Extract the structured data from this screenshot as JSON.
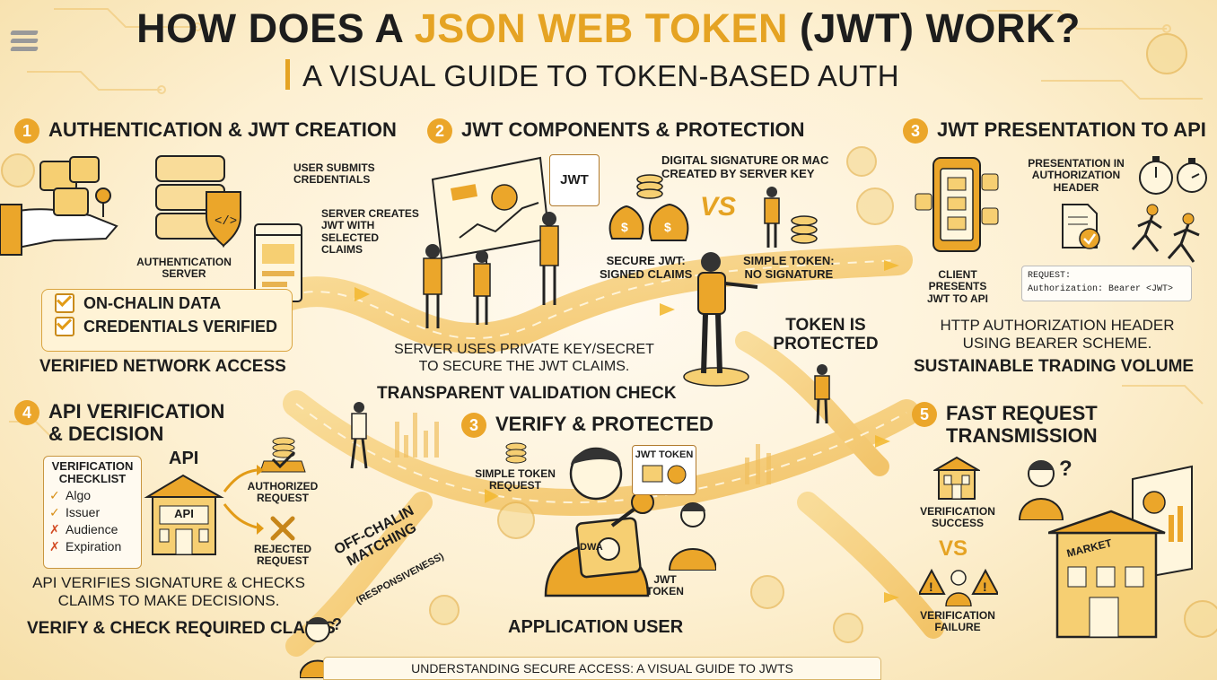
{
  "header": {
    "title_pre": "HOW DOES A ",
    "title_hl": "JSON WEB TOKEN",
    "title_post": " (JWT) WORK?",
    "subtitle": "A VISUAL GUIDE TO TOKEN-BASED AUTH"
  },
  "s1": {
    "num": "1",
    "title": "AUTHENTICATION & JWT CREATION",
    "user_submits": "USER SUBMITS\nCREDENTIALS",
    "auth_server": "AUTHENTICATION\nSERVER",
    "check1": "ON-CHALIN DATA",
    "check2": "CREDENTIALS VERIFIED",
    "caption": "VERIFIED NETWORK ACCESS"
  },
  "s2": {
    "num": "2",
    "title": "JWT COMPONENTS & PROTECTION",
    "server_creates": "SERVER CREATES\nJWT WITH\nSELECTED\nCLAIMS",
    "jwt_card": "JWT",
    "digital_sig": "DIGITAL SIGNATURE OR MAC\nCREATED BY SERVER KEY",
    "vs": "VS",
    "secure_jwt": "SECURE JWT:\nSIGNED CLAIMS",
    "simple_token": "SIMPLE TOKEN:\nNO SIGNATURE",
    "token_protected": "TOKEN IS\nPROTECTED",
    "note": "SERVER USES PRIVATE KEY/SECRET\nTO SECURE THE JWT CLAIMS.",
    "caption": "TRANSPARENT VALIDATION CHECK"
  },
  "s3": {
    "num": "3",
    "title": "JWT PRESENTATION TO API",
    "presentation": "PRESENTATION IN\nAUTHORIZATION\nHEADER",
    "client_presents": "CLIENT\nPRESENTS\nJWT TO API",
    "request_label": "REQUEST:",
    "request_value": "Authorization: Bearer <JWT>",
    "note": "HTTP AUTHORIZATION HEADER\nUSING BEARER SCHEME.",
    "caption": "SUSTAINABLE TRADING VOLUME"
  },
  "s4": {
    "num": "4",
    "title": "API VERIFICATION\n& DECISION",
    "checklist_title": "VERIFICATION\nCHECKLIST",
    "checklist": [
      {
        "label": "Algo",
        "ok": true
      },
      {
        "label": "Issuer",
        "ok": true
      },
      {
        "label": "Audience",
        "ok": false
      },
      {
        "label": "Expiration",
        "ok": false
      }
    ],
    "api": "API",
    "api_box": "API",
    "authorized": "AUTHORIZED\nREQUEST",
    "rejected": "REJECTED\nREQUEST",
    "note": "API VERIFIES SIGNATURE & CHECKS\nCLAIMS TO MAKE DECISIONS.",
    "caption": "VERIFY & CHECK REQUIRED CLAIMS",
    "offchain": "OFF-CHALIN\nMATCHING",
    "offchain_sub": "(RESPONSIVENESS)"
  },
  "center": {
    "num": "3",
    "title": "VERIFY & PROTECTED",
    "simple_request": "SIMPLE TOKEN\nREQUEST",
    "jwt_token_card": "JWT TOKEN",
    "jwt_token": "JWT\nTOKEN",
    "app_user": "APPLICATION USER",
    "box_label": "DWA",
    "footer": "UNDERSTANDING SECURE ACCESS: A VISUAL GUIDE TO JWTs"
  },
  "s5": {
    "num": "5",
    "title": "FAST REQUEST\nTRANSMISSION",
    "success": "VERIFICATION\nSUCCESS",
    "vs": "VS",
    "failure": "VERIFICATION\nFAILURE",
    "market": "MARKET"
  },
  "colors": {
    "accent": "#e5a323",
    "ink": "#1d1d1d",
    "paper": "#fdf0d2"
  }
}
